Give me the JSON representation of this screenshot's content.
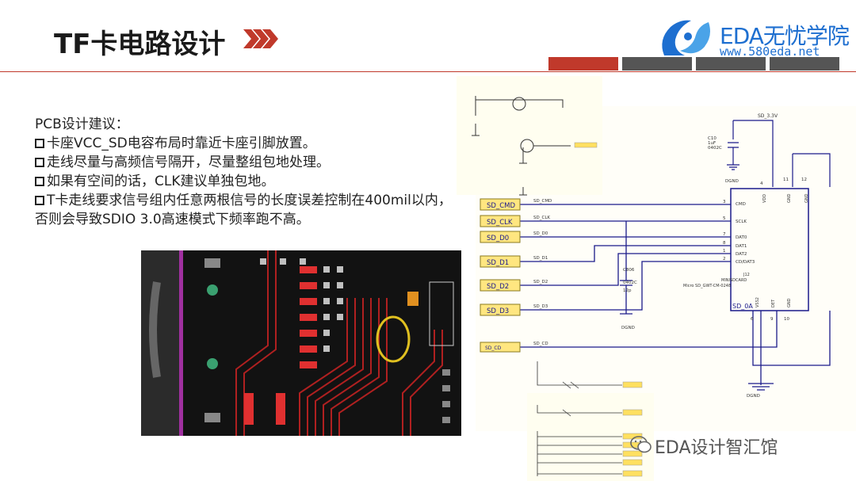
{
  "header": {
    "title": "TF卡电路设计",
    "brand": "EDA无忧学院",
    "url": "www.580eda.net"
  },
  "body": {
    "heading": "PCB设计建议：",
    "bullets": [
      "卡座VCC_SD电容布局时靠近卡座引脚放置。",
      "走线尽量与高频信号隔开，尽量整组包地处理。",
      "如果有空间的话，CLK建议单独包地。",
      "T卡走线要求信号组内任意两根信号的长度误差控制在400mil以内，否则会导致SDIO 3.0高速模式下频率跑不高。"
    ]
  },
  "schematic": {
    "net_labels": [
      "SD_CMD",
      "SD_CLK",
      "SD_D0",
      "SD_D1",
      "SD_D2",
      "SD_D3",
      "SD_CD"
    ],
    "wire_labels": [
      "SD_CMD",
      "SD_CLK",
      "SD_D0",
      "SD_D1",
      "SD_D2",
      "SD_D3",
      "SD_CD"
    ],
    "power": "SD_3.3V",
    "cap1": [
      "C10",
      "1uF",
      "0402C"
    ],
    "cap2": [
      "C806",
      "0402C",
      "12p"
    ],
    "connector_pins": [
      "CMD",
      "SCLK",
      "DAT0",
      "DAT1",
      "DAT2",
      "CD/DAT3"
    ],
    "pin_numbers": [
      "3",
      "5",
      "7",
      "8",
      "1",
      "2"
    ],
    "top_pins": [
      "4",
      "11",
      "12"
    ],
    "top_pin_labels": [
      "VDD",
      "GND",
      "GND"
    ],
    "bottom_pins": [
      "6",
      "9",
      "10"
    ],
    "bottom_pin_labels": [
      "VSS2",
      "DET",
      "GND"
    ],
    "connector_ref": [
      "J12",
      "MINISDCARD",
      "Micro SD_GWT-CM-0248"
    ],
    "connector_name": "SD_0A",
    "ground": "DGND"
  },
  "watermark": "EDA设计智汇馆"
}
